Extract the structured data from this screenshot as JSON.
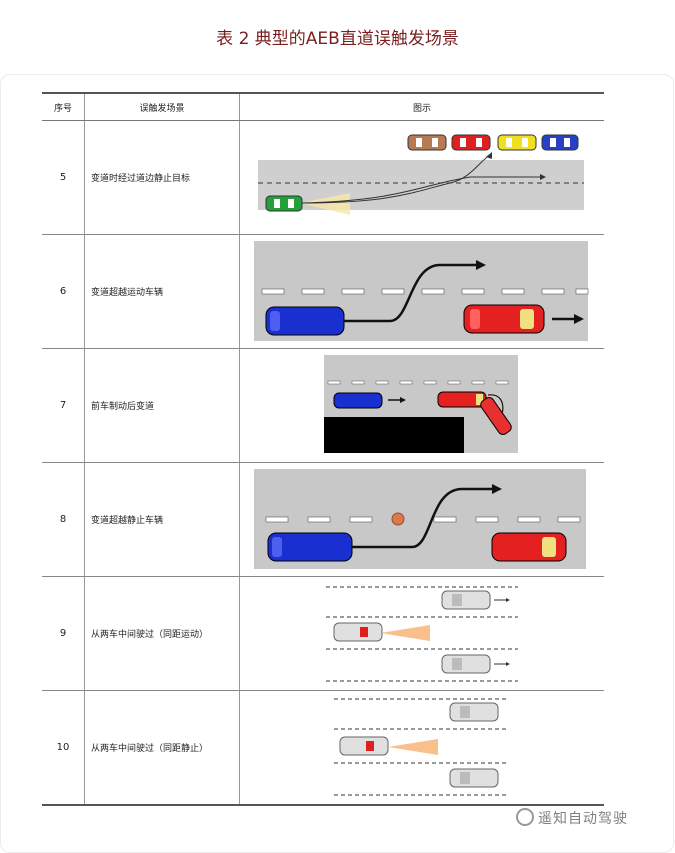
{
  "page": {
    "title": "表 2 典型的AEB直道误触发场景"
  },
  "table": {
    "headers": {
      "no": "序号",
      "scenario": "误触发场景",
      "figure": "图示"
    },
    "rows": [
      {
        "no": "5",
        "scenario": "变道时经过道边静止目标"
      },
      {
        "no": "6",
        "scenario": "变道超越运动车辆"
      },
      {
        "no": "7",
        "scenario": "前车制动后变道"
      },
      {
        "no": "8",
        "scenario": "变道超越静止车辆"
      },
      {
        "no": "9",
        "scenario": "从两车中间驶过（同距运动）"
      },
      {
        "no": "10",
        "scenario": "从两车中间驶过（同距静止）"
      }
    ]
  },
  "watermark": {
    "text": "遥知自动驾驶"
  },
  "colors": {
    "title": "#7a1f1f",
    "road": "#c8c8c8",
    "ego_blue": "#1a2fd0",
    "target_red": "#e62020",
    "ego_green": "#22a03a",
    "radar": "#f5a460"
  }
}
